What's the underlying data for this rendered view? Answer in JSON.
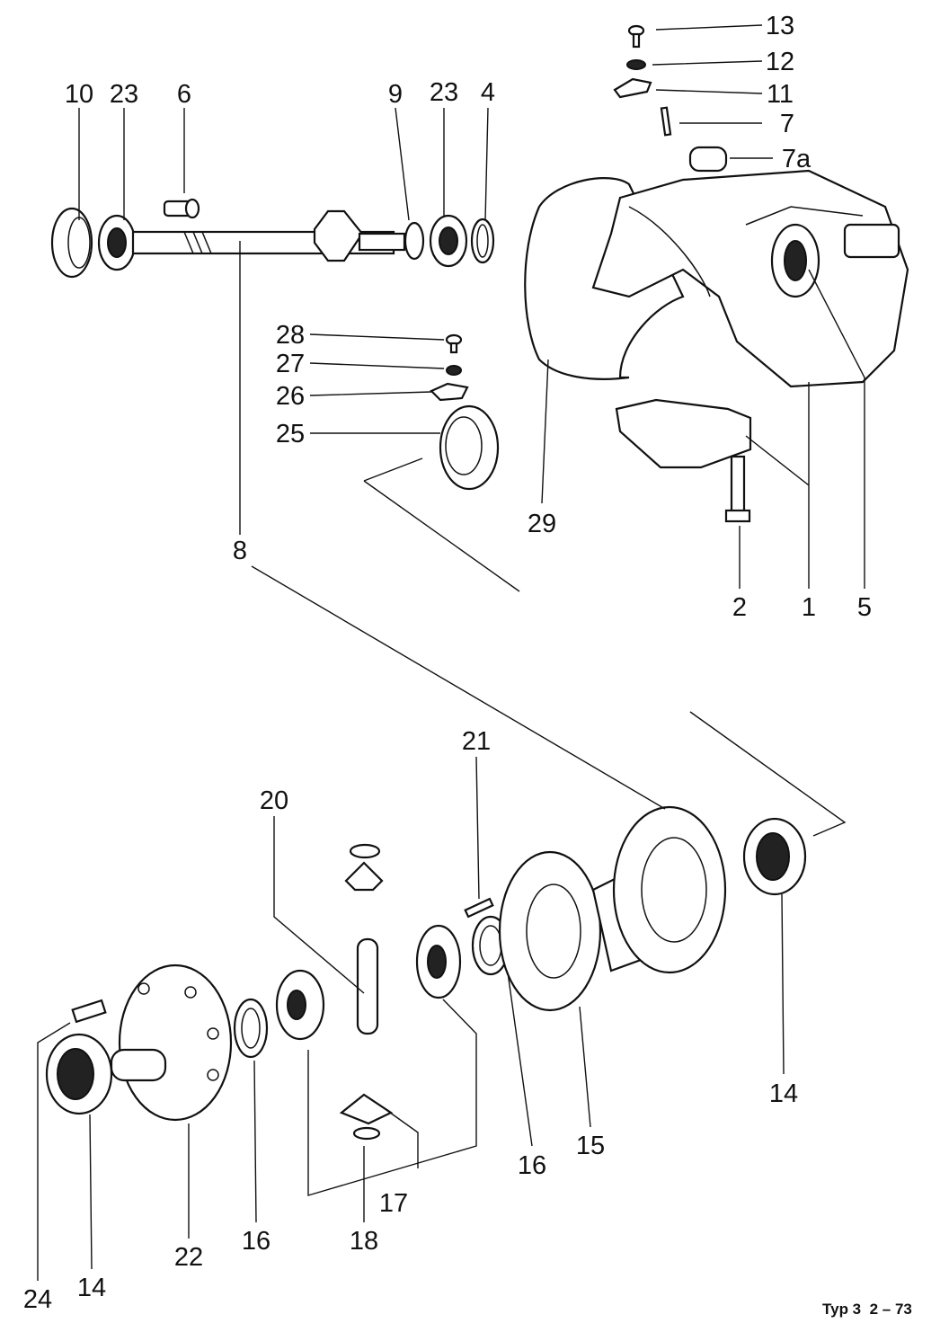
{
  "callouts": [
    "13",
    "12",
    "11",
    "7",
    "7a",
    "10",
    "23",
    "6",
    "9",
    "23",
    "4",
    "28",
    "27",
    "26",
    "25",
    "29",
    "8",
    "2",
    "1",
    "5",
    "21",
    "20",
    "14",
    "16",
    "15",
    "17",
    "18",
    "16",
    "22",
    "24",
    "14"
  ],
  "footer": "Typ 3  2 – 73"
}
